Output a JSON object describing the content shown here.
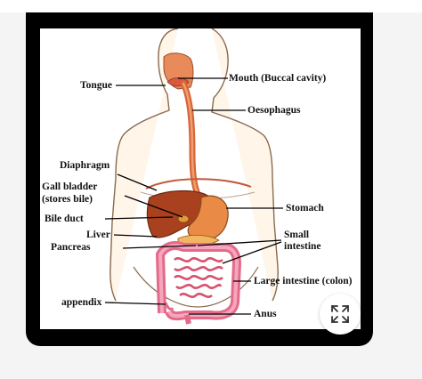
{
  "diagram": {
    "labels": {
      "tongue": "Tongue",
      "mouth": "Mouth (Buccal cavity)",
      "oesophagus": "Oesophagus",
      "diaphragm": "Diaphragm",
      "gall_bladder_1": "Gall bladder",
      "gall_bladder_2": "(stores bile)",
      "bile_duct": "Bile duct",
      "stomach": "Stomach",
      "liver": "Liver",
      "small_intestine_1": "Small",
      "small_intestine_2": "intestine",
      "pancreas": "Pancreas",
      "large_intestine": "Large intestine (colon)",
      "appendix": "appendix",
      "anus": "Anus"
    }
  },
  "controls": {
    "expand_icon": "expand-arrows-icon"
  }
}
